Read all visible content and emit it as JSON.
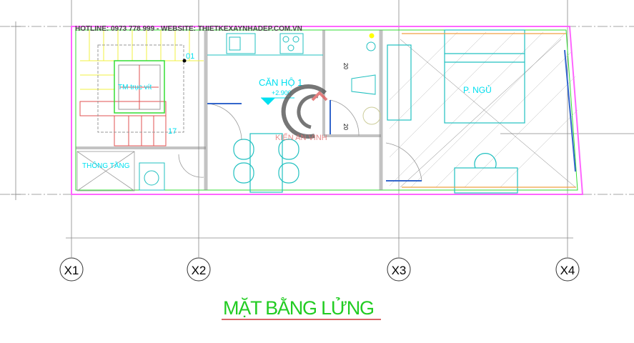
{
  "header": {
    "hotline": "HOTLINE: 0973 778 999 - WEBSITE: THIETKEXAYNHADEP.COM.VN"
  },
  "rooms": {
    "apartment": "CĂN HỘ 1",
    "elevation": "+2.900",
    "bedroom": "P. NGỦ",
    "void": "THÔNG TẦNG",
    "elevator": "TM trục vít",
    "stair_start": "01",
    "stair_end": "17",
    "dim_a": "20",
    "dim_b": "20"
  },
  "watermark": {
    "text": "KIẾN AN VINH"
  },
  "grid": {
    "labels": [
      "X1",
      "X2",
      "X3",
      "X4"
    ]
  },
  "title": {
    "text": "MẶT BẰNG LỬNG"
  },
  "colors": {
    "wall": "#ff66ff",
    "furniture": "#20c0c0",
    "text_cyan": "#00e0f0",
    "title": "#22cc22",
    "stair": "#f0f040",
    "stair_red": "#e05050"
  }
}
